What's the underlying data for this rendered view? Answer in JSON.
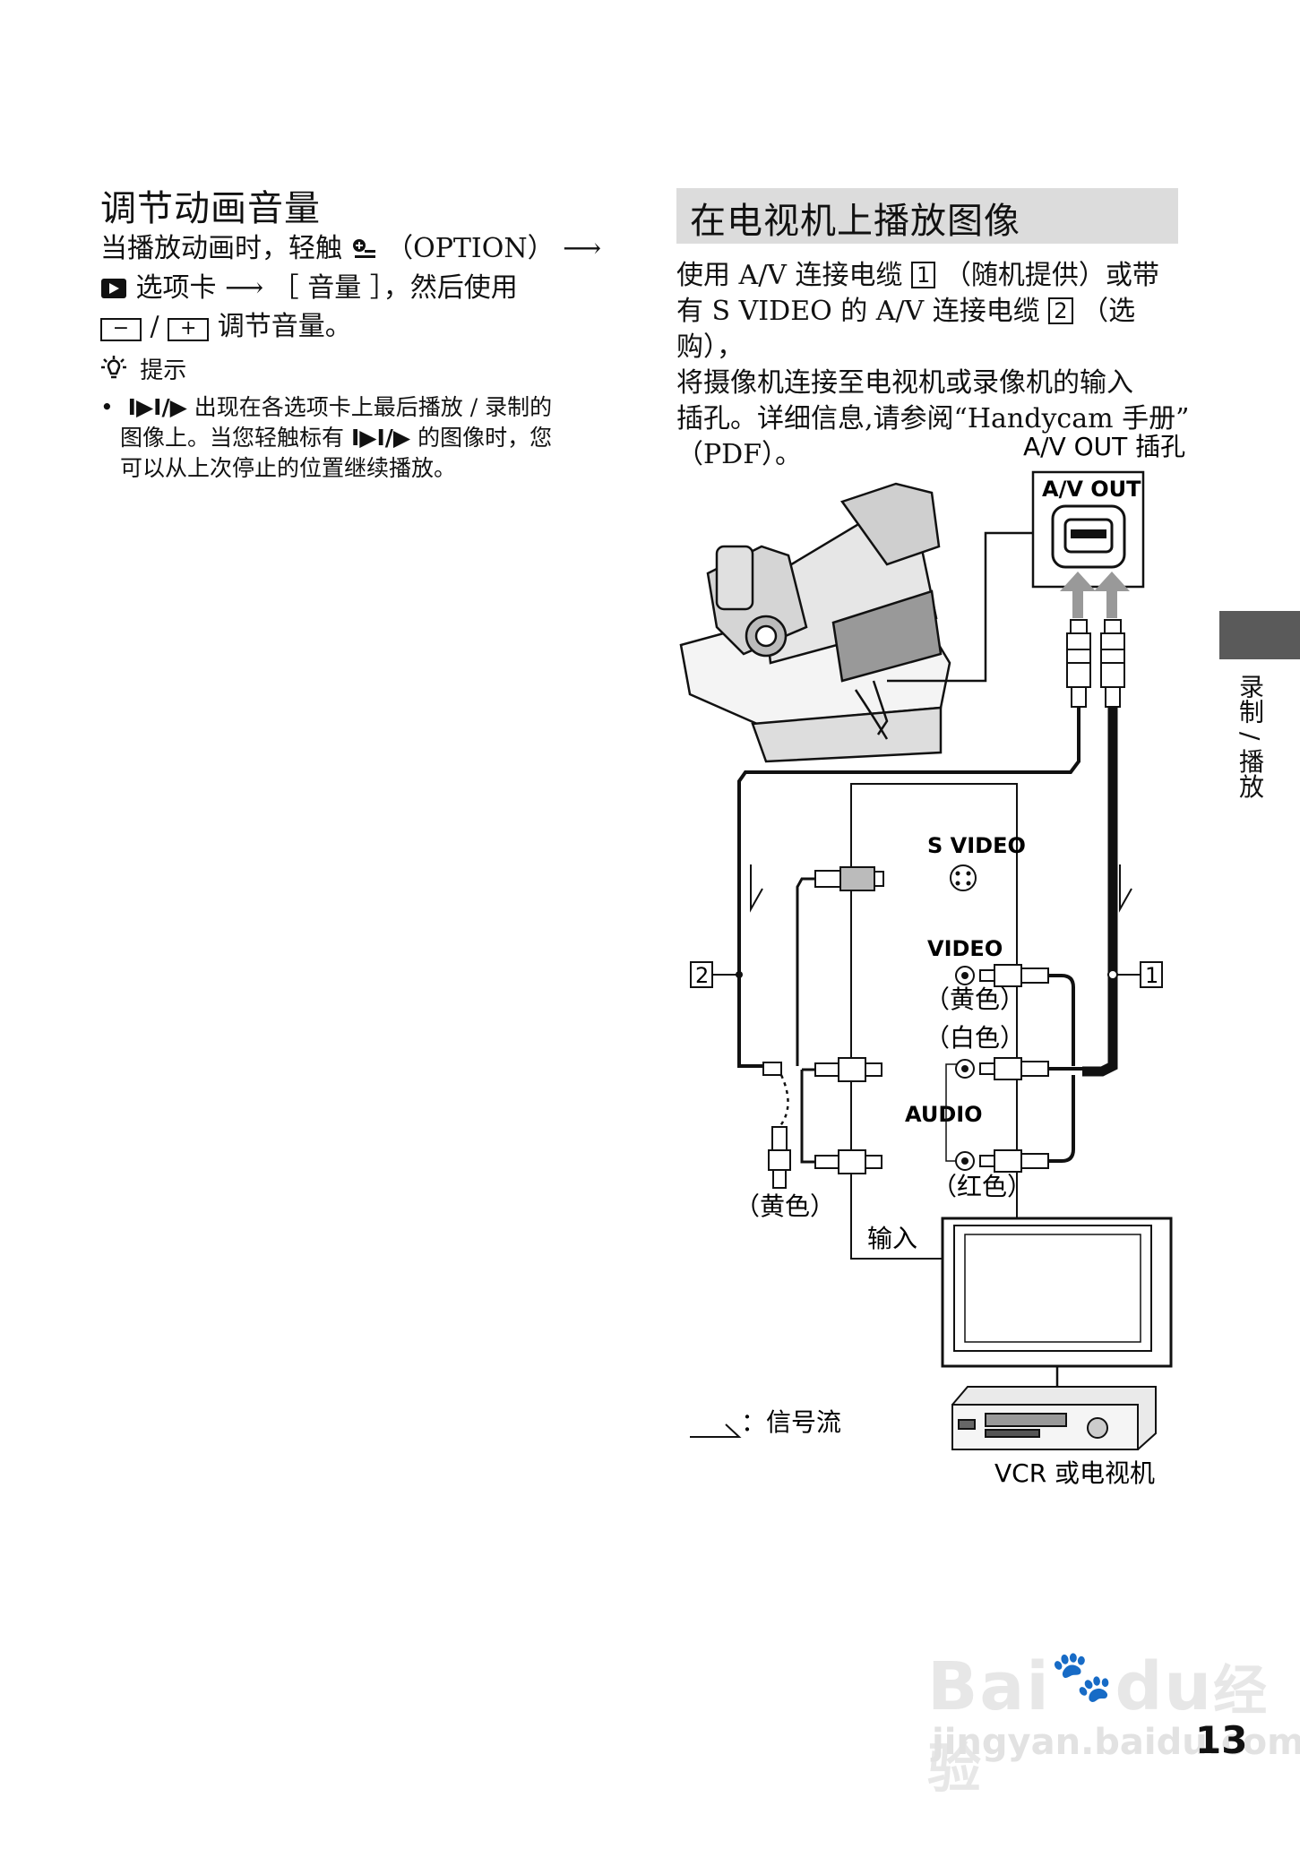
{
  "left": {
    "title": "调节动画音量",
    "para_line1": "当播放动画时，轻触",
    "para_option": "（OPTION）",
    "para_line2": "选项卡",
    "para_bracket": "［ 音量 ］，然后使用",
    "para_line3": "调节音量。",
    "key_minus": "−",
    "key_plus": "+",
    "slash": "/",
    "tip_label": "提示",
    "tip_line1": "出现在各选项卡上最后播放 / 录制的",
    "tip_line2a": "图像上。当您轻触标有",
    "tip_line2b": "的图像时，您",
    "tip_line3": "可以从上次停止的位置继续播放。"
  },
  "right": {
    "title": "在电视机上播放图像",
    "para_line1a": "使用 A/V 连接电缆",
    "para_line1b": "（随机提供）或带",
    "para_line2a": "有 S VIDEO 的 A/V 连接电缆",
    "para_line2b": "（选购），",
    "para_line3": "将摄像机连接至电视机或录像机的输入",
    "para_line4": "插孔。详细信息,请参阅“Handycam 手册”",
    "para_line5": "（PDF）。",
    "box1": "1",
    "box2": "2"
  },
  "diagram": {
    "av_out_jack_label": "A/V OUT 插孔",
    "av_out_panel": "A/V OUT",
    "s_video": "S VIDEO",
    "video": "VIDEO",
    "yellow1": "（黄色）",
    "white": "（白色）",
    "audio": "AUDIO",
    "red": "（红色）",
    "yellow2": "（黄色）",
    "input": "输入",
    "box1": "1",
    "box2": "2",
    "signal_flow": "：信号流",
    "vcr_tv": "VCR 或电视机"
  },
  "side_tab": "录制 / 播放",
  "page_number": "13",
  "watermark": {
    "brand": "Bai",
    "brand2": "du",
    "cn": "经验",
    "url": "jingyan.baidu.com"
  }
}
